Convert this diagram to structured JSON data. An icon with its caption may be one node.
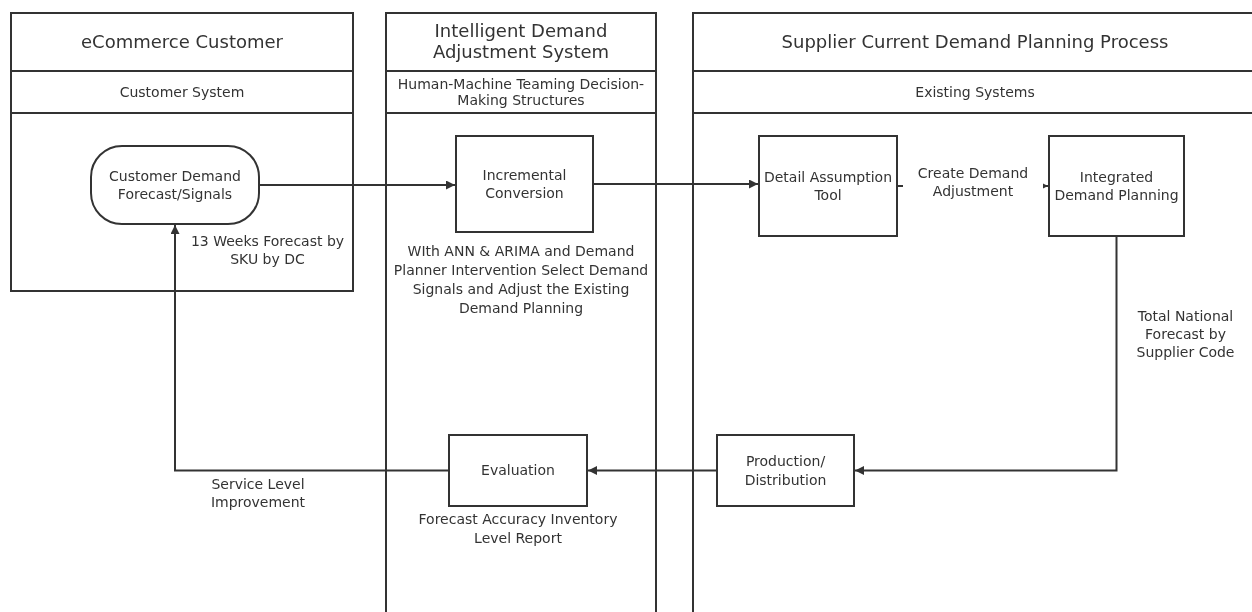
{
  "diagram": {
    "nodes": [
      {
        "text": [
          "eCommerce Customer",
          "Customer System"
        ]
      },
      {
        "text": [
          "Customer Demand Forecast/Signals"
        ],
        "in": 0
      },
      {
        "text": [
          "Intelligent Demand Adjustment System",
          "Human-Machine Teaming Decision-Making Structures"
        ]
      },
      {
        "text": [
          "Incremental Conversion"
        ],
        "in": 2,
        "beside": [
          "WIth ANN & ARIMA and Demand Planner Intervention Select Demand Signals and Adjust the Existing Demand Planning"
        ]
      },
      {
        "text": [
          "Evaluation"
        ],
        "in": 2,
        "beside": [
          "Forecast Accuracy Inventory Level Report"
        ]
      },
      {
        "text": [
          "Supplier Current Demand Planning Process",
          "Existing Systems"
        ]
      },
      {
        "text": [
          "Detail Assumption Tool"
        ],
        "in": 5
      },
      {
        "text": [
          "Integrated Demand Planning"
        ],
        "in": 5
      },
      {
        "text": [
          "Production/ Distribution"
        ],
        "in": 5
      }
    ],
    "edges": [
      {
        "from": 1,
        "to": 3,
        "arrow": "to"
      },
      {
        "from": 3,
        "to": 6,
        "arrow": "to"
      },
      {
        "from": 6,
        "to": 7,
        "arrow": "to",
        "label": "Create Demand Adjustment"
      },
      {
        "from": 7,
        "to": 8,
        "arrow": "to",
        "label": "Total National Forecast by Supplier Code"
      },
      {
        "from": 8,
        "to": 4,
        "arrow": "to"
      },
      {
        "from": 4,
        "to": 1,
        "arrow": "to",
        "label": "Service Level Improvement"
      }
    ],
    "labels": [
      "13 Weeks Forecast by SKU by DC"
    ]
  }
}
